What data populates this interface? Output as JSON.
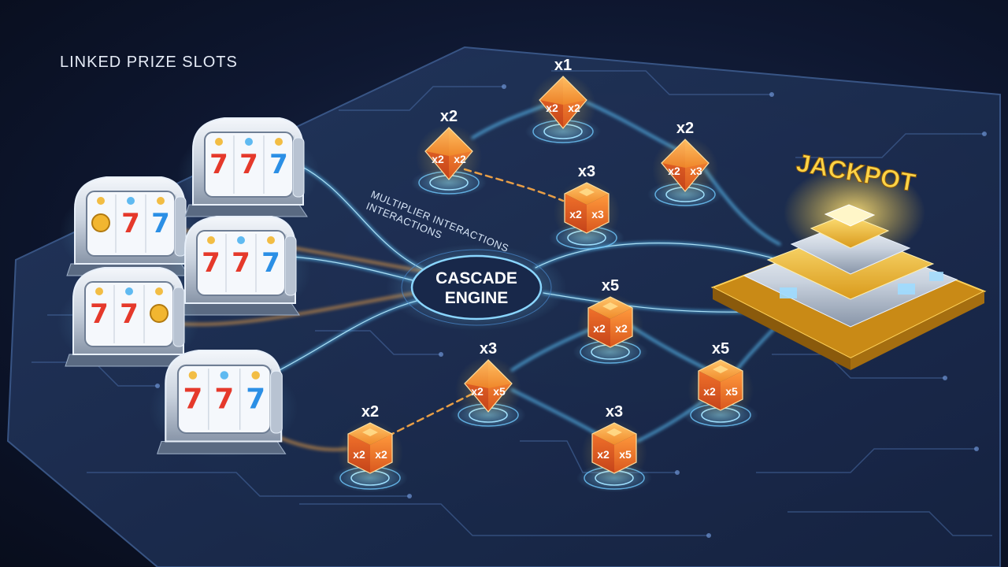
{
  "header": {
    "title": "LINKED PRIZE SLOTS"
  },
  "engine": {
    "line1": "CASCADE",
    "line2": "ENGINE"
  },
  "connector_label": {
    "line1": "MULTIPLIER INTERACTIONS",
    "line2": "INTERACTIONS"
  },
  "jackpot": {
    "label": "JACKPOT"
  },
  "slot_machines": [
    {
      "reels": [
        "coin",
        "7",
        "7"
      ]
    },
    {
      "reels": [
        "7",
        "7",
        "7"
      ]
    },
    {
      "reels": [
        "7",
        "7",
        "7"
      ]
    },
    {
      "reels": [
        "7",
        "7",
        "coin"
      ]
    },
    {
      "reels": [
        "7",
        "7",
        "7"
      ]
    }
  ],
  "multiplier_nodes": [
    {
      "id": "n1",
      "label": "x1",
      "faces": [
        "x2",
        "x2"
      ],
      "shape": "diamond",
      "color": "#f2a030"
    },
    {
      "id": "n2",
      "label": "x2",
      "faces": [
        "x2",
        "x2"
      ],
      "shape": "diamond",
      "color": "#e8641e"
    },
    {
      "id": "n3",
      "label": "x2",
      "faces": [
        "x2",
        "x3"
      ],
      "shape": "diamond",
      "color": "#f2a030"
    },
    {
      "id": "n4",
      "label": "x3",
      "faces": [
        "x2",
        "x3"
      ],
      "shape": "cube",
      "color": "#e8641e"
    },
    {
      "id": "n5",
      "label": "x5",
      "faces": [
        "x2",
        "x2"
      ],
      "shape": "cube",
      "color": "#f0a238"
    },
    {
      "id": "n6",
      "label": "x3",
      "faces": [
        "x2",
        "x5"
      ],
      "shape": "diamond",
      "color": "#e8641e"
    },
    {
      "id": "n7",
      "label": "x5",
      "faces": [
        "x2",
        "x5"
      ],
      "shape": "cube",
      "color": "#e8641e"
    },
    {
      "id": "n8",
      "label": "x2",
      "faces": [
        "x2",
        "x2"
      ],
      "shape": "cube",
      "color": "#e8641e"
    },
    {
      "id": "n9",
      "label": "x3",
      "faces": [
        "x2",
        "x5"
      ],
      "shape": "cube",
      "color": "#e8641e"
    }
  ],
  "colors": {
    "flow_blue": "#5ec8ff",
    "flow_orange": "#ffab45",
    "gold": "#f5c042"
  }
}
